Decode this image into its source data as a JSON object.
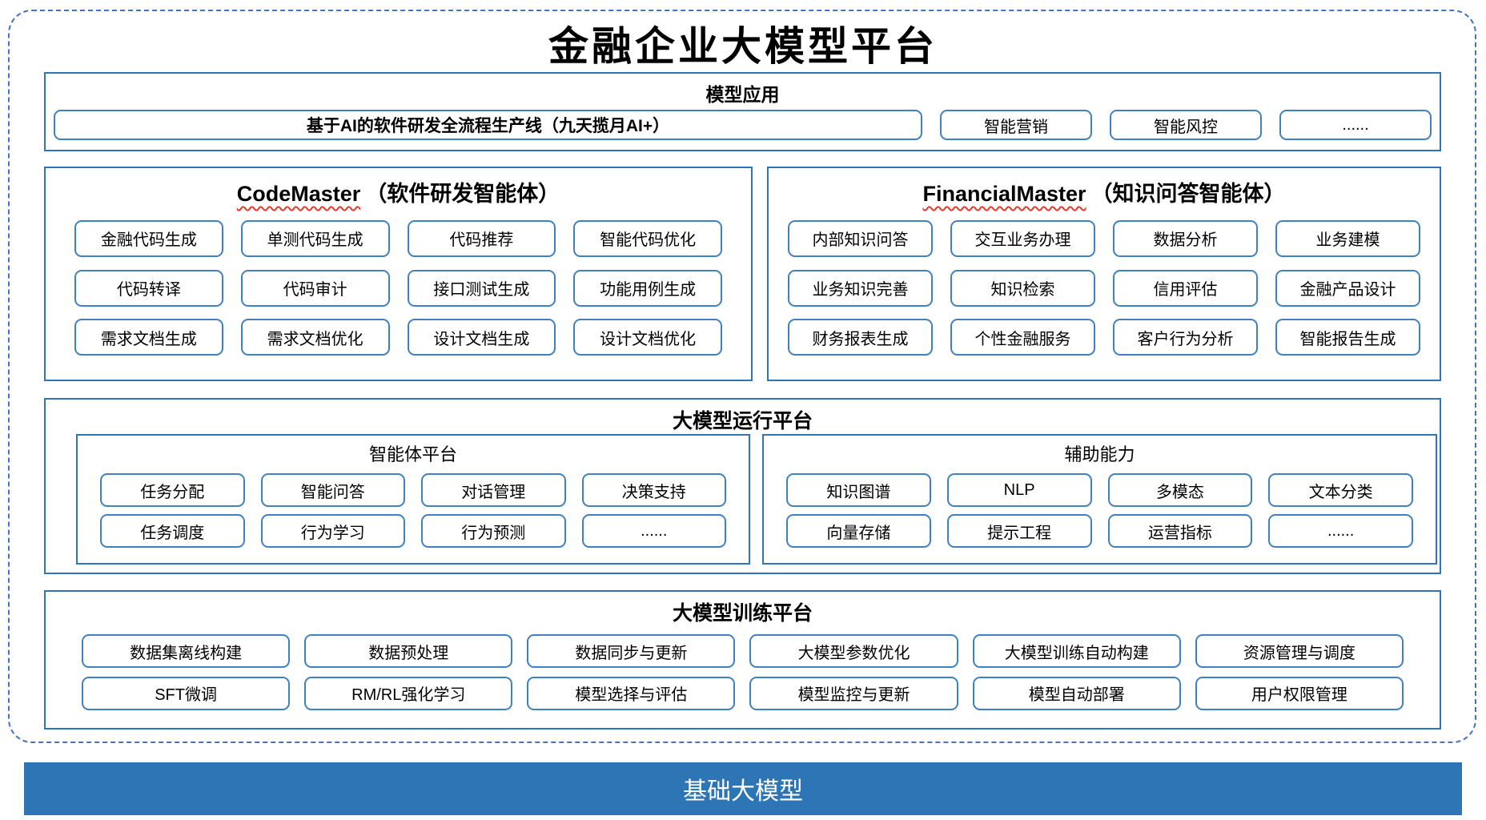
{
  "title": "金融企业大模型平台",
  "colors": {
    "border_blue": "#2e75b6",
    "button_border_blue": "#4080c0",
    "dashed_blue": "#4472c4",
    "base_bar_blue": "#2e75b6",
    "squiggle_red": "#e8392b"
  },
  "model_app": {
    "header": "模型应用",
    "main_button": "基于AI的软件研发全流程生产线（九天揽月AI+）",
    "buttons": [
      "智能营销",
      "智能风控",
      "......"
    ]
  },
  "code_master": {
    "title_en": "CodeMaster",
    "title_cn": "（软件研发智能体）",
    "buttons": [
      "金融代码生成",
      "单测代码生成",
      "代码推荐",
      "智能代码优化",
      "代码转译",
      "代码审计",
      "接口测试生成",
      "功能用例生成",
      "需求文档生成",
      "需求文档优化",
      "设计文档生成",
      "设计文档优化"
    ]
  },
  "financial_master": {
    "title_en": "FinancialMaster",
    "title_cn": "（知识问答智能体）",
    "buttons": [
      "内部知识问答",
      "交互业务办理",
      "数据分析",
      "业务建模",
      "业务知识完善",
      "知识检索",
      "信用评估",
      "金融产品设计",
      "财务报表生成",
      "个性金融服务",
      "客户行为分析",
      "智能报告生成"
    ]
  },
  "runtime": {
    "header": "大模型运行平台",
    "agent_platform": {
      "title": "智能体平台",
      "buttons": [
        "任务分配",
        "智能问答",
        "对话管理",
        "决策支持",
        "任务调度",
        "行为学习",
        "行为预测",
        "......"
      ]
    },
    "aux": {
      "title": "辅助能力",
      "buttons": [
        "知识图谱",
        "NLP",
        "多模态",
        "文本分类",
        "向量存储",
        "提示工程",
        "运营指标",
        "......"
      ]
    }
  },
  "training": {
    "header": "大模型训练平台",
    "buttons": [
      "数据集离线构建",
      "数据预处理",
      "数据同步与更新",
      "大模型参数优化",
      "大模型训练自动构建",
      "资源管理与调度",
      "SFT微调",
      "RM/RL强化学习",
      "模型选择与评估",
      "模型监控与更新",
      "模型自动部署",
      "用户权限管理"
    ]
  },
  "base_model": "基础大模型"
}
